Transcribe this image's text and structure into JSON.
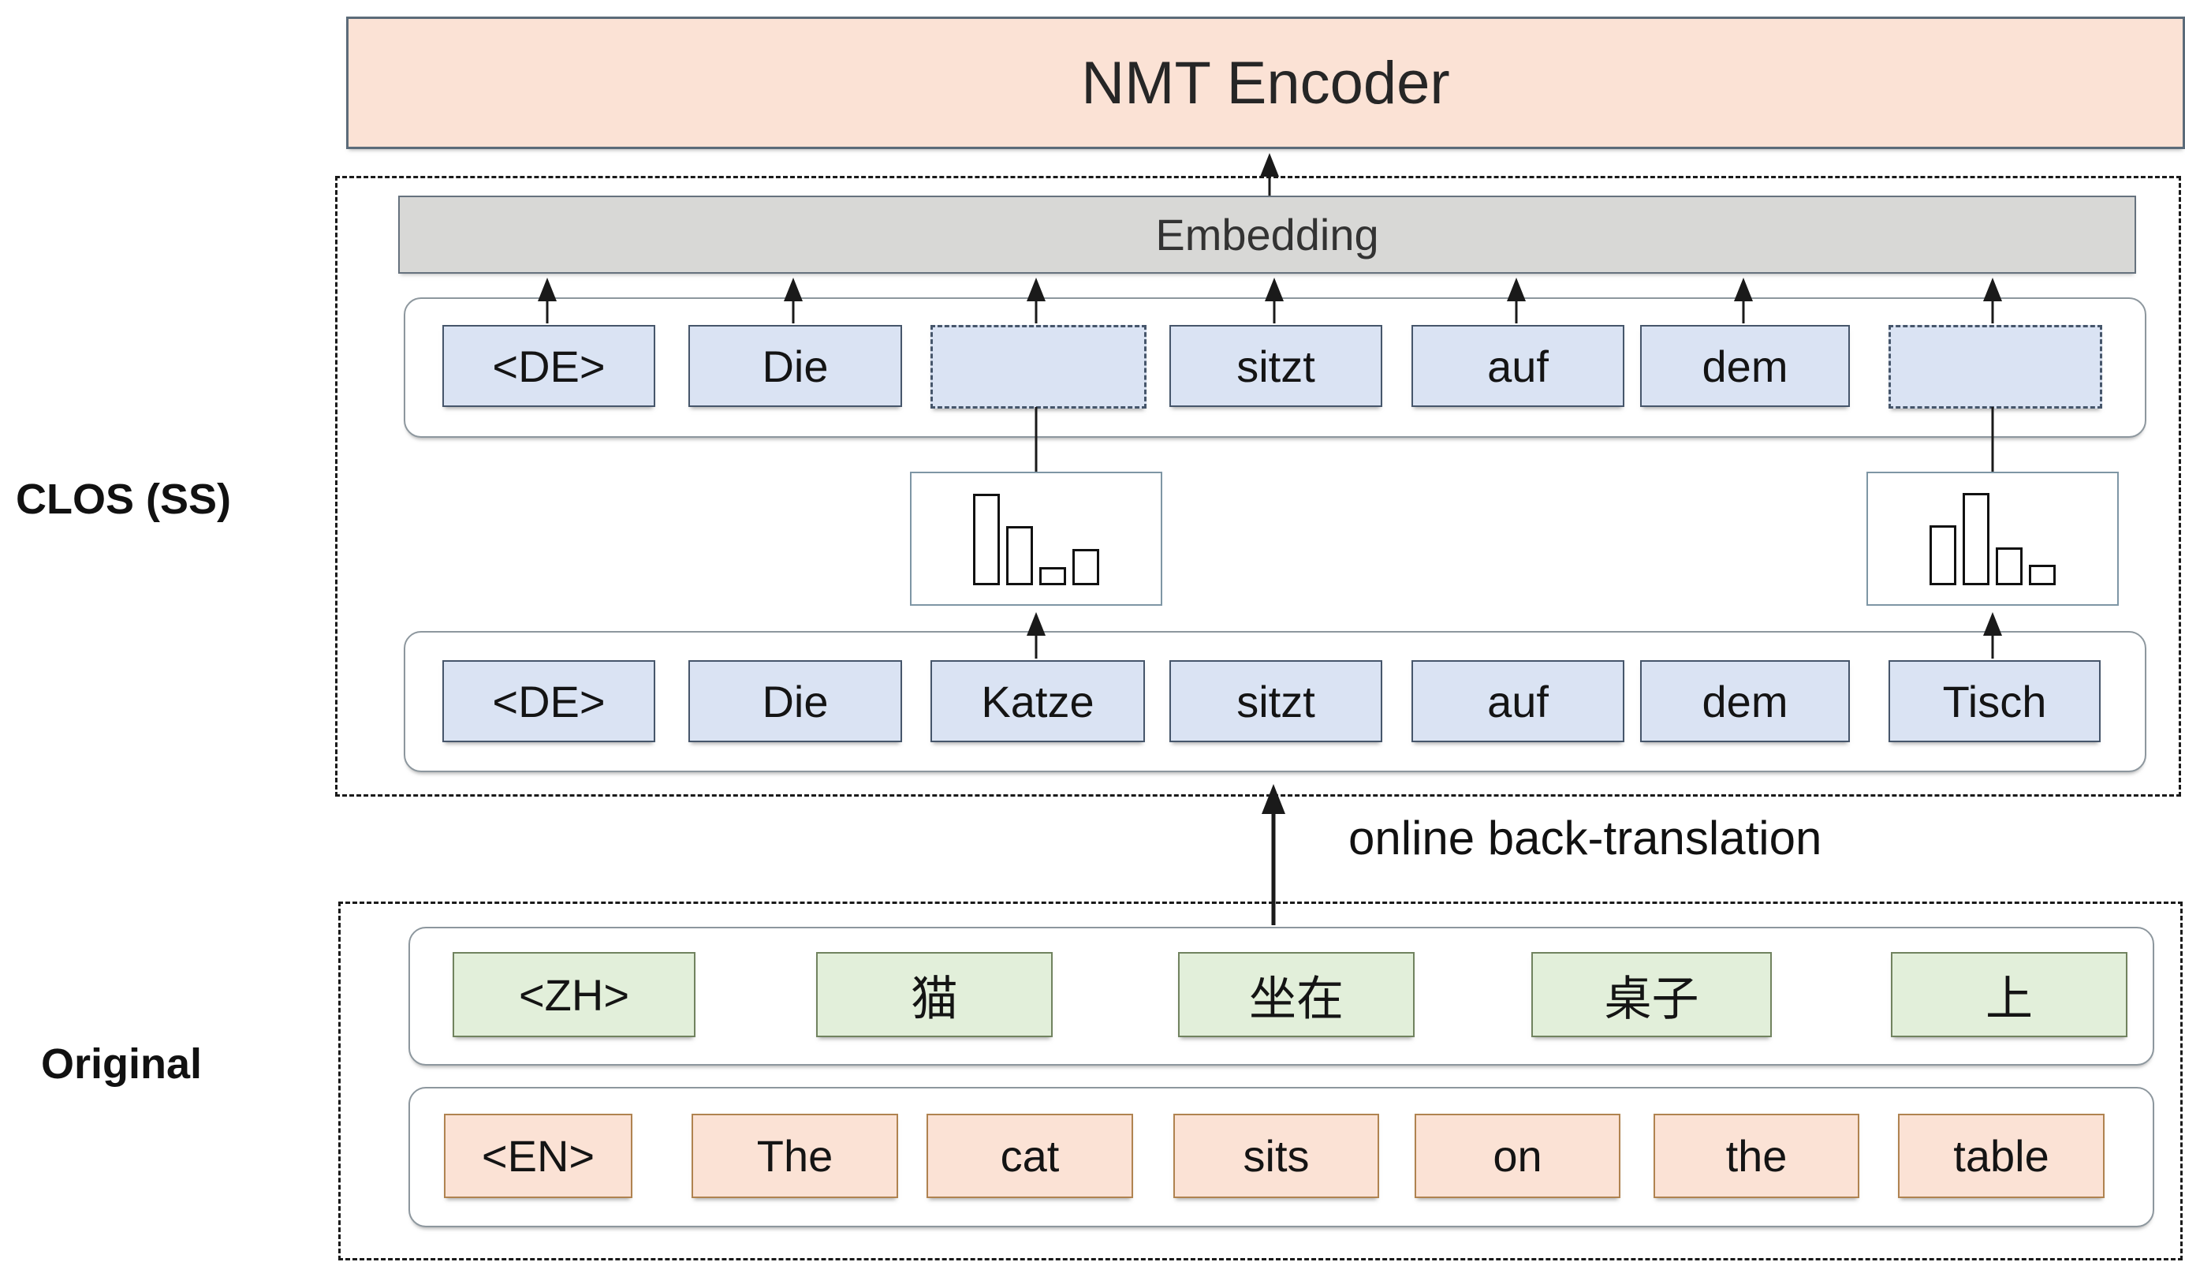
{
  "encoder": {
    "label": "NMT Encoder"
  },
  "embedding": {
    "label": "Embedding"
  },
  "sections": {
    "clos": {
      "label": "CLOS (SS)"
    },
    "original": {
      "label": "Original"
    }
  },
  "arrows": {
    "back_translation_label": "online back-translation"
  },
  "rows": {
    "masked": {
      "tokens": [
        "<DE>",
        "Die",
        "",
        "sitzt",
        "auf",
        "dem",
        ""
      ]
    },
    "backtranslated": {
      "tokens": [
        "<DE>",
        "Die",
        "Katze",
        "sitzt",
        "auf",
        "dem",
        "Tisch"
      ]
    },
    "zh": {
      "tokens": [
        "<ZH>",
        "猫",
        "坐在",
        "桌子",
        "上"
      ]
    },
    "en": {
      "tokens": [
        "<EN>",
        "The",
        "cat",
        "sits",
        "on",
        "the",
        "table"
      ]
    }
  },
  "histograms": {
    "left": {
      "bars": [
        116,
        75,
        23,
        46
      ]
    },
    "right": {
      "bars": [
        76,
        117,
        48,
        26
      ]
    }
  },
  "colors": {
    "encoder_fill": "#fbe2d5",
    "embedding_fill": "#d8d8d6",
    "token_blue_fill": "#dae3f3",
    "token_blue_border": "#46566b",
    "token_green_fill": "#e2efda",
    "token_green_border": "#71835f",
    "token_peach_fill": "#fbe2d5",
    "token_peach_border": "#b08350",
    "arrow": "#1a1a1a"
  }
}
